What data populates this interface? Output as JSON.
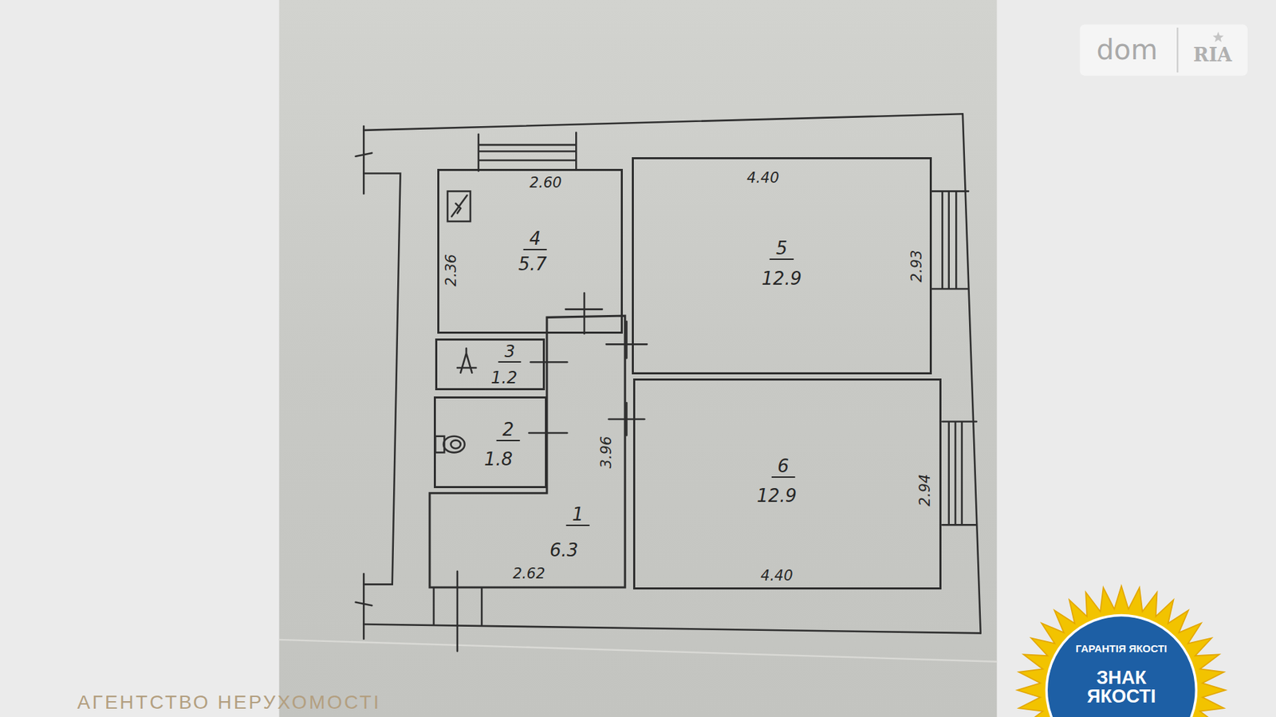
{
  "diagram": {
    "nodes": [
      {
        "text": [
          "4",
          "5.7",
          "2.60",
          "2.36"
        ]
      },
      {
        "text": [
          "5",
          "12.9",
          "4.40",
          "2.93"
        ]
      },
      {
        "text": [
          "3",
          "1.2"
        ]
      },
      {
        "text": [
          "2",
          "1.8"
        ]
      },
      {
        "text": [
          "1",
          "6.3",
          "3.96",
          "2.62"
        ]
      },
      {
        "text": [
          "6",
          "12.9",
          "2.94",
          "4.40"
        ]
      }
    ],
    "labels": [
      "dom",
      "RIA",
      "АГЕНТСТВО НЕРУХОМОСТІ",
      "ГАРАНТІЯ ЯКОСТІ",
      "ЗНАК ЯКОСТІ"
    ]
  }
}
